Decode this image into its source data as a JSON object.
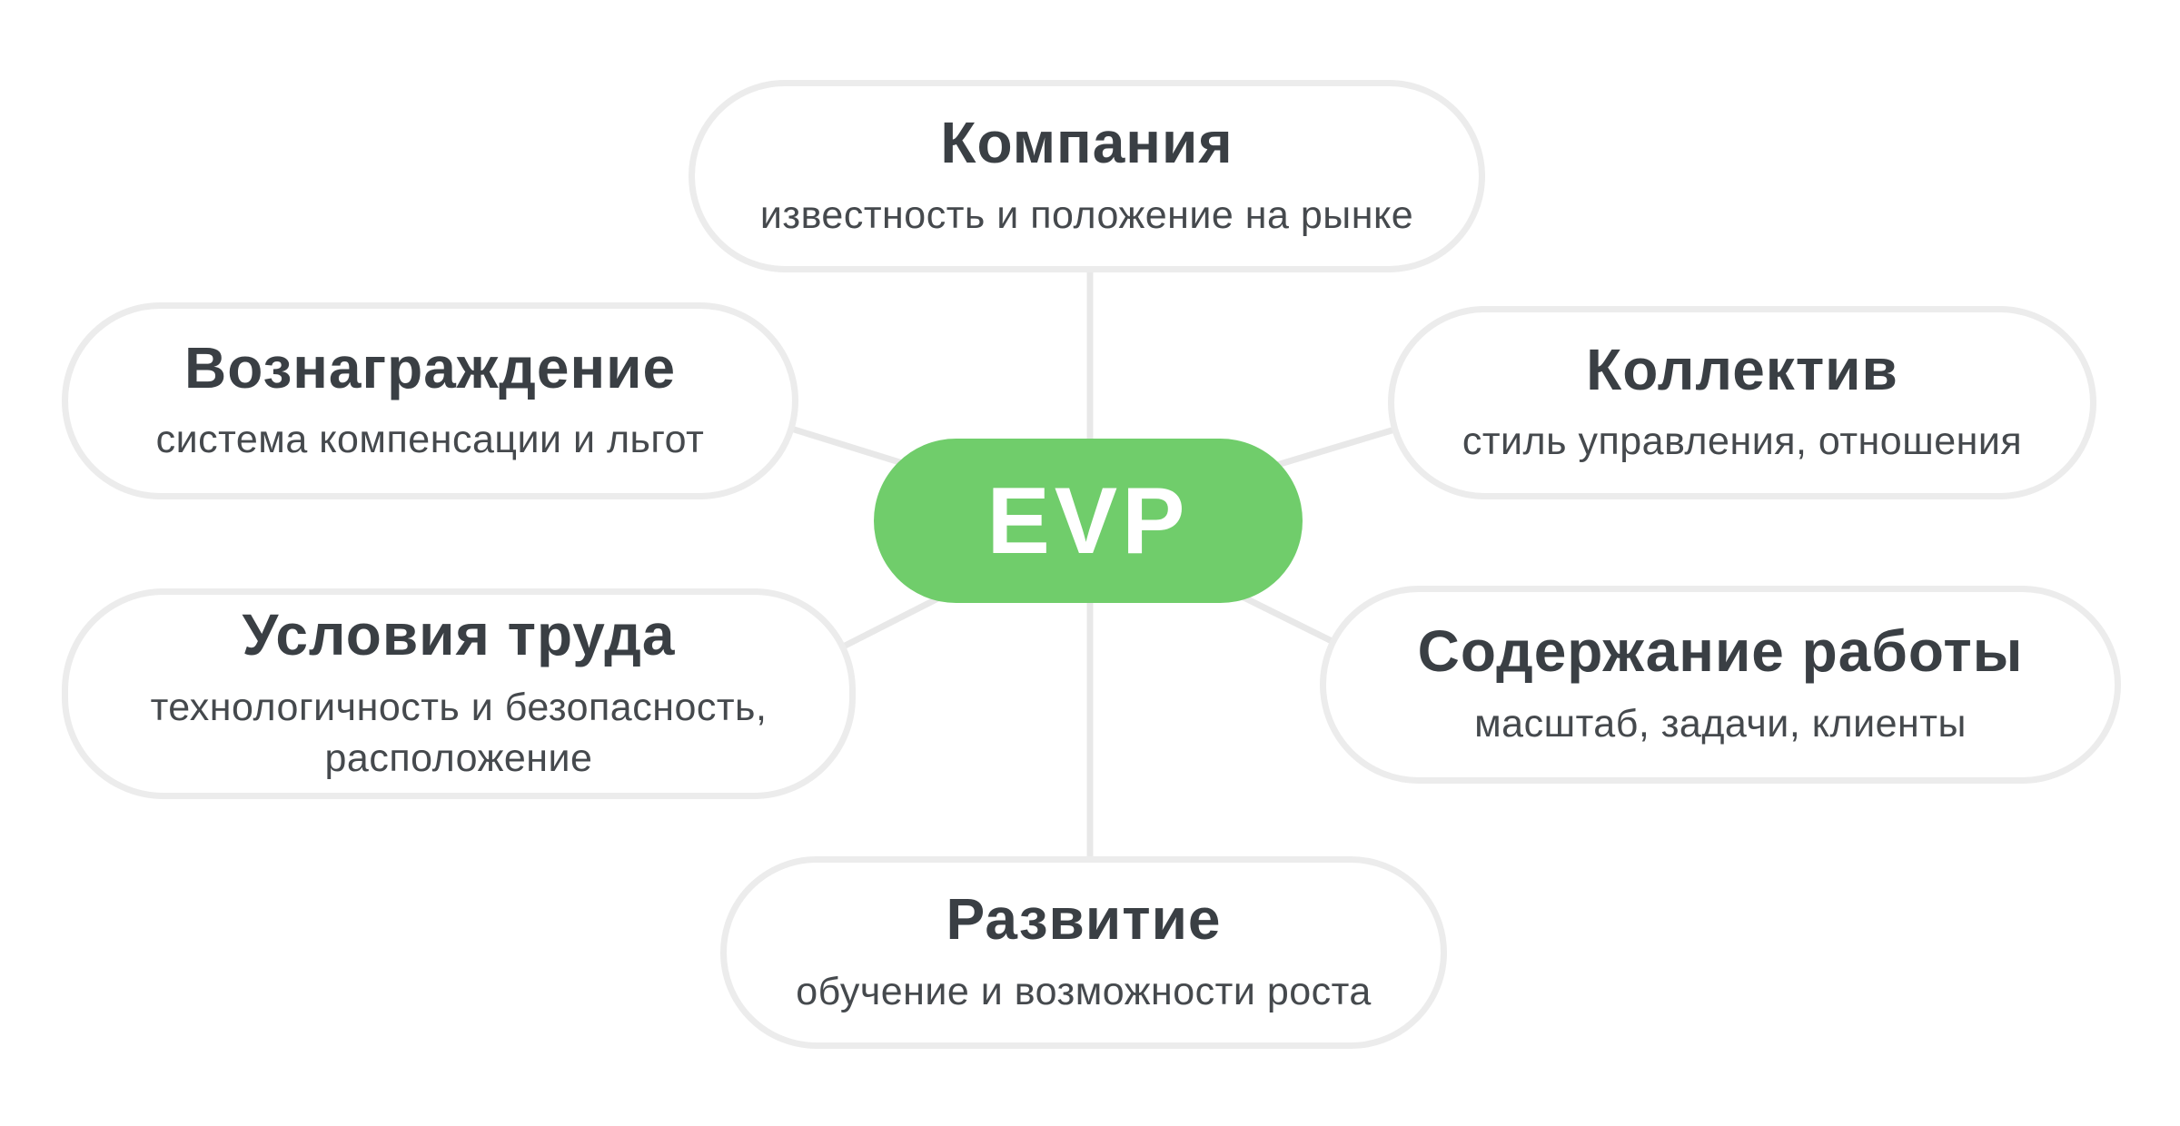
{
  "diagram": {
    "center": {
      "label": "EVP"
    },
    "nodes": {
      "company": {
        "title": "Компания",
        "subtitle": "известность и положение на рынке"
      },
      "reward": {
        "title": "Вознаграждение",
        "subtitle": "система компенсации и льгот"
      },
      "team": {
        "title": "Коллектив",
        "subtitle": "стиль управления, отношения"
      },
      "conditions": {
        "title": "Условия труда",
        "subtitle": "технологичность и безопасность,\nрасположение"
      },
      "work": {
        "title": "Содержание работы",
        "subtitle": "масштаб, задачи, клиенты"
      },
      "development": {
        "title": "Развитие",
        "subtitle": "обучение и возможности роста"
      }
    },
    "colors": {
      "background": "#ffffff",
      "accent_green": "#70cd6b",
      "center_text": "#ffffff",
      "bubble_border": "#ececec",
      "connector_line": "#e8e8e8",
      "title_text": "#3a3f44",
      "subtitle_text": "#45494d"
    }
  }
}
